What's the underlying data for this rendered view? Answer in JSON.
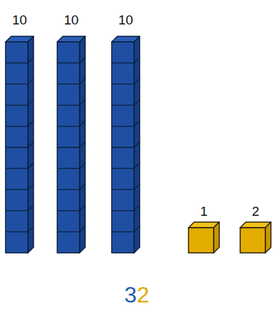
{
  "diagram": {
    "labels": [
      "10",
      "10",
      "10",
      "1",
      "2",
      "3",
      "2"
    ]
  }
}
